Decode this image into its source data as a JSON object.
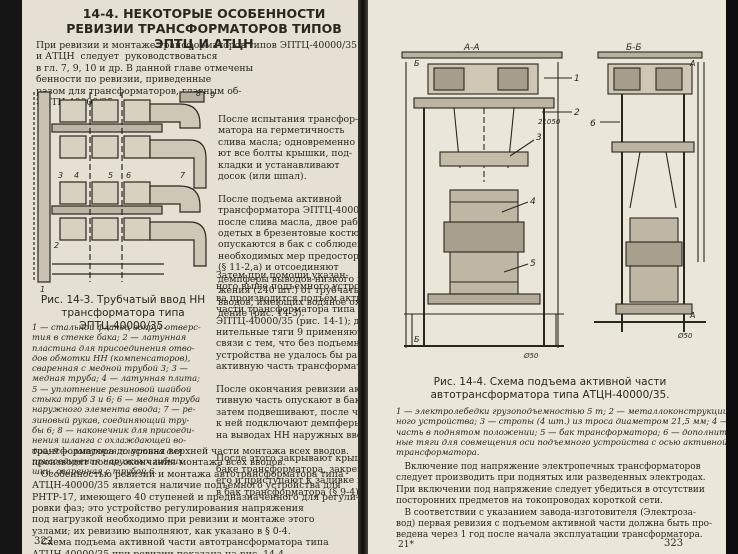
{
  "left_page": {
    "section_title": "14-4. НЕКОТОРЫЕ ОСОБЕННОСТИ РЕВИЗИИ ТРАНСФОРМАТОРОВ ТИПОВ ЭПТЦ И АТЦН",
    "intro_text": "При ревизии и монтаже трансформаторов типов ЭПТЦ-40000/35\nи АТЦН  следует  руководствоваться\nв гл. 7, 9, 10 и др. В данной главе отмечены\nбенности по ревизии, приведенные\nразом для трансформаторов, главным об-\nЭПТЦ-40000/35.",
    "right_column_text": "После испытания трансфор-\nматора на герметичность\nслива масла; одновременно\nют все болты крышки, под-\nкладки и устанавливают\nдосок (или шпал).\n\nПосле подъема активной\nтрансформатора ЭПТЦ-40000/35\nпосле слива масла, двое рабочих,\nодетых в брезентовые костюмы,\nопускаются в бак с соблюдением\nнеобходимых мер предосторожности\n(§ 11-2,а) и отсоединяют\nдемпферы выводов низкого напря-\nжения (240 шт.) от трубчатых\nвводов, имеющих водяное охлаж-\nдение (рис. 14-3).",
    "figure_caption": "Рис. 14-3. Трубчатый ввод НН трансформатора типа ЭПТЦ-40000/35.",
    "figure_legend": "1 — стальной фланец вокруг отверс-\nтия в стенке бака; 2 — латунная\nпластина для присоединения отво-\nдов обмотки НН (компенсаторов),\nсваренная с медной трубой 3; 3 —\nмедная труба; 4 — латунная плита;\n5 — уплотнение резиновой шайбой\nстыка труб 3 и 6; 6 — медная труба\nнаружного элемента ввода; 7 — ре-\nзиновый рукав, соединяющий тру-\nбы 6; 8 — наконечник для присоеди-\nнения шланга с охлаждающей во-\nдой; 9 — латунная пластина для\nприсоединения наружных гибких\nшин, сваренная с трубой 6.",
    "lower_right_text": "Затем при помощи указан-\nного выше подъемного устройст-\nва производится подъем активной\nчасти трансформатора типа\nЭПТЦ-40000/35 (рис. 14-1); допол-\nнительные тяги 9 применяют в\nсвязи с тем, что без подъемного\nустройства не удалось бы раздвинуть\nактивную часть трансформатора.\n\nПосле окончания ревизии ак-\nтивную часть опускают в бак,\nзатем подвешивают, после чего\nк ней подключают демпферы НН\nна выводах НН наружных вводов.\n\nПосле этого закрывают крышку на\nбаке трансформатора, закрепляют\nего и приступают к заливке масла\nв бак трансформатора (§ 9-4).",
    "bottom_text": "трансформатора до уровня верхней части монтажа всех вводов.\nпроизводят после окончания монтажа всех вводов.\n   Особенностью ревизии и монтажа автотрансформатора типа\nАТЦН-40000/35 является наличие подъемного устройства для\nРНТР-17, имеющего 40 ступеней и предназначенного для регули-\nровки фаз; это устройство регулирования напряжения\nпод нагрузкой необходимо при ревизии и монтаже этого\nузлами; их ревизию выполняют, как указано в § 0-4.\n   Схема подъема активной части автотрансформатора типа\nАТЦН-40000/35 при ревизии показана на рис. 14-4.",
    "page_number": "322",
    "figure_labels": [
      "1",
      "2",
      "3",
      "4",
      "5",
      "6",
      "7",
      "8",
      "9"
    ]
  },
  "right_page": {
    "figure_caption": "Рис. 14-4. Схема подъема активной части автотрансформатора типа АТЦН-40000/35.",
    "figure_legend": "1 — электролебедки грузоподъемностью 5 т; 2 — металлоконструкции подъем-\nного устройства; 3 — стропы (4 шт.) из троса диаметром 21,5 мм; 4 — активная\nчасть в поднятом положении; 5 — бак трансформатора; 6 — дополнитель-\nные тяги для совмещения оси подъемного устройства с осью активной части\nтрансформатора.",
    "body_text": "   Включение под напряжение электропечных трансформаторов\nследует производить при поднятых или разведенных электродах.\nПри включении под напряжение следует убедиться в отсутствии\nпосторонних предметов на токопроводах короткой сети.\n   В соответствии с указанием завода-изготовителя (Электроза-\nвод) первая ревизия с подъемом активной части должна быть про-\nведена через 1 год после начала эксплуатации трансформатора.",
    "page_number": "323",
    "footnote_mark": "21*",
    "section_labels": [
      "А-А",
      "Б-Б"
    ],
    "callout_labels": [
      "1",
      "2",
      "3",
      "4",
      "5",
      "6"
    ],
    "dimension_labels": [
      "21050",
      "Ø50",
      "Ø50"
    ],
    "cut_letters": [
      "Б",
      "Б",
      "А",
      "А"
    ]
  }
}
